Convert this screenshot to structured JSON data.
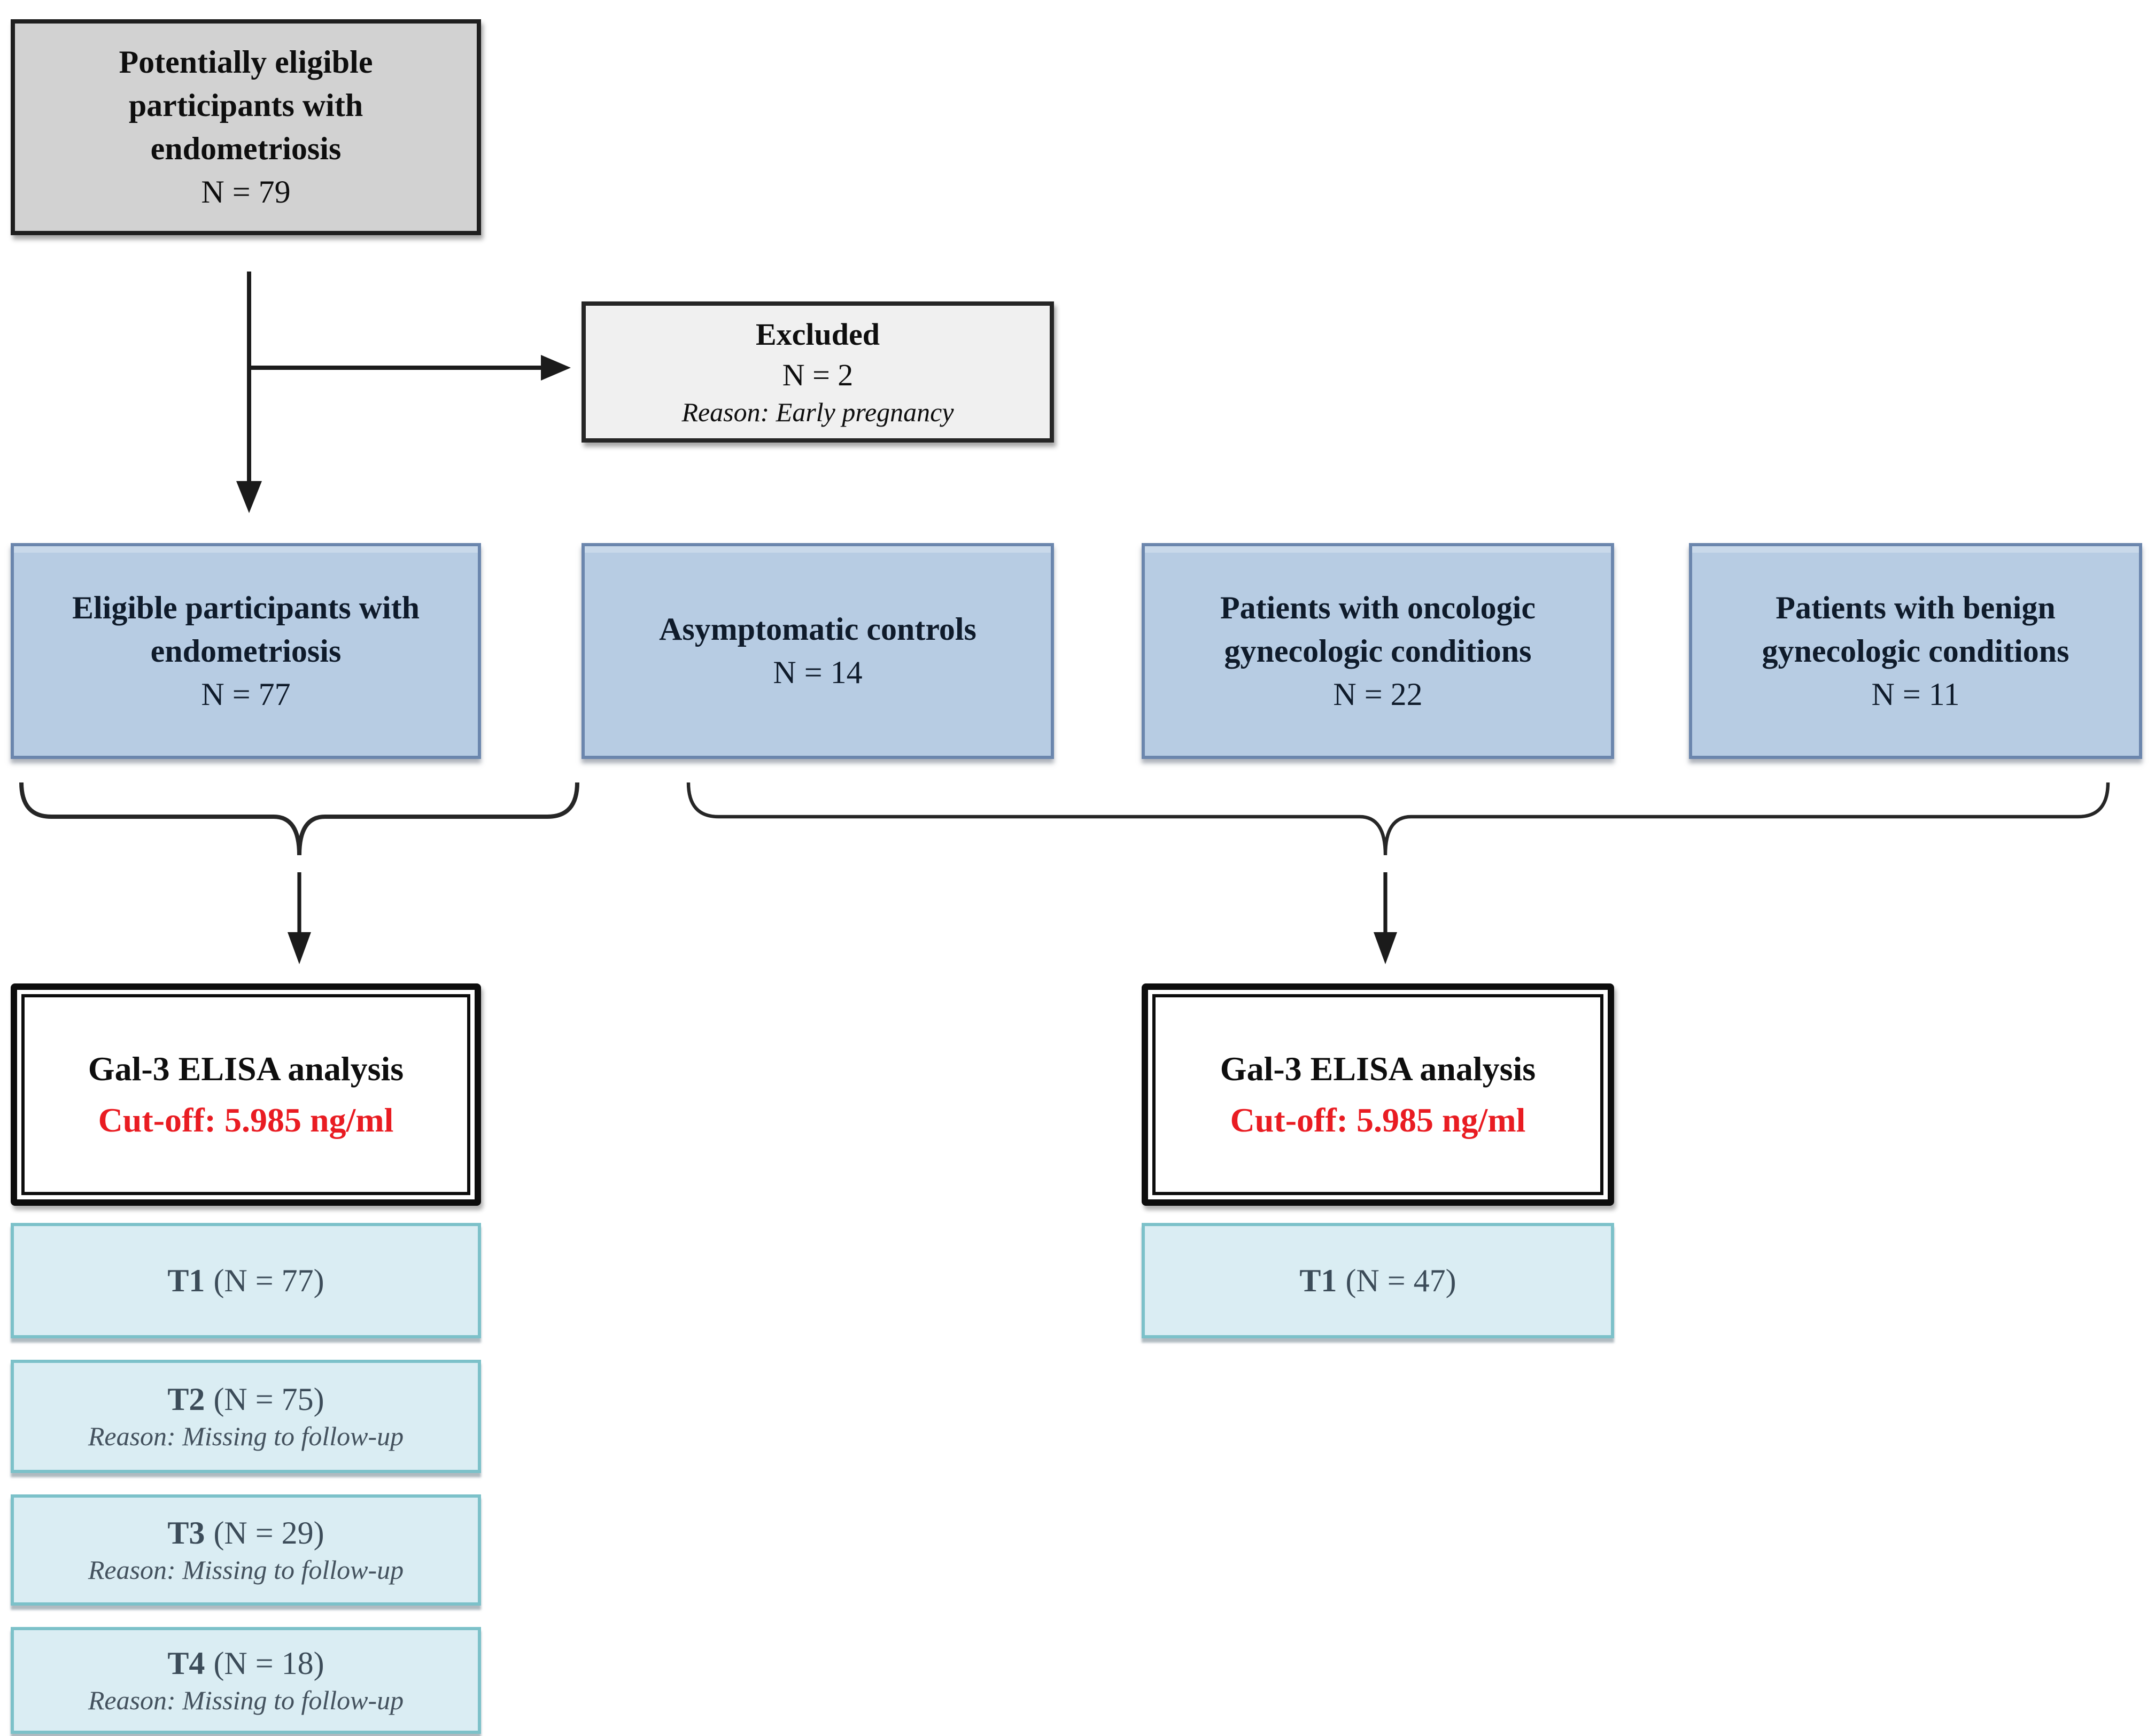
{
  "figure": {
    "top_box": {
      "title": "Potentially eligible participants with endometriosis",
      "n": "N = 79"
    },
    "excluded_box": {
      "title": "Excluded",
      "n": "N = 2",
      "reason": "Reason: Early pregnancy"
    },
    "cohorts": [
      {
        "title": "Eligible participants with endometriosis",
        "n": "N = 77"
      },
      {
        "title": "Asymptomatic controls",
        "n": "N = 14"
      },
      {
        "title": "Patients with oncologic gynecologic conditions",
        "n": "N = 22"
      },
      {
        "title": "Patients with benign gynecologic conditions",
        "n": "N = 11"
      }
    ],
    "elisa_left": {
      "line1": "Gal-3 ELISA analysis",
      "cutoff": "Cut-off: 5.985 ng/ml"
    },
    "elisa_right": {
      "line1": "Gal-3 ELISA analysis",
      "cutoff": "Cut-off: 5.985 ng/ml"
    },
    "followup_left": [
      {
        "label": "T1",
        "n": "(N = 77)",
        "reason": ""
      },
      {
        "label": "T2",
        "n": "(N = 75)",
        "reason": "Reason: Missing to follow-up"
      },
      {
        "label": "T3",
        "n": "(N = 29)",
        "reason": "Reason: Missing to follow-up"
      },
      {
        "label": "T4",
        "n": "(N = 18)",
        "reason": "Reason: Missing to follow-up"
      }
    ],
    "followup_right": [
      {
        "label": "T1",
        "n": "(N = 47)"
      }
    ],
    "colors": {
      "top_fill": "#d2d2d2",
      "excluded_fill": "#f0f0f0",
      "cohort_fill": "#b7cce3",
      "cohort_border": "#6b86ad",
      "followup_fill": "#daedf3",
      "followup_border": "#7cc1c9",
      "cutoff_red": "#e91c22",
      "line_color": "#1b1b1b"
    }
  }
}
